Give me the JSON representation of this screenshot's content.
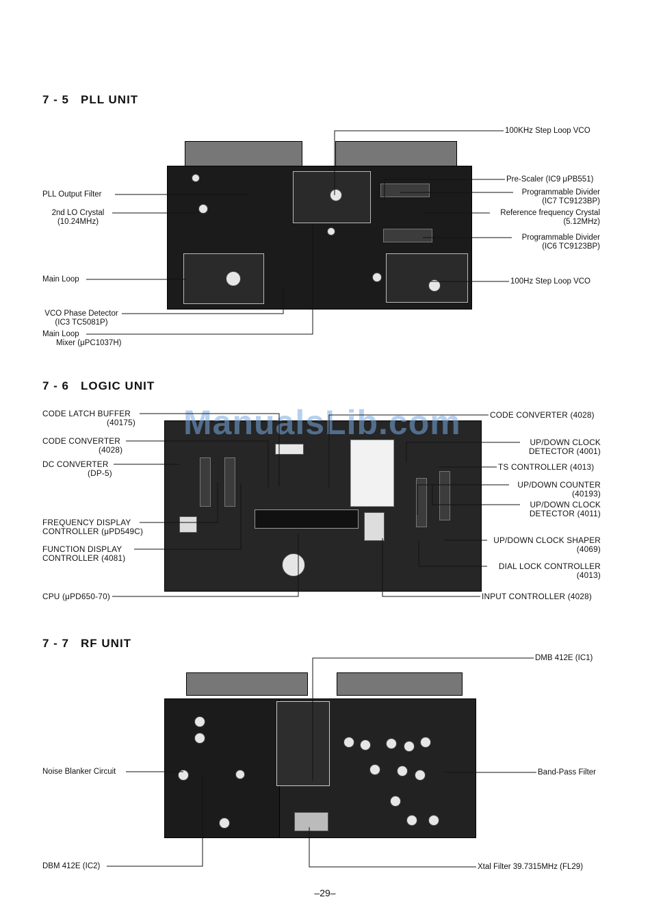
{
  "sections": {
    "pll": {
      "number": "7 - 5",
      "title": "PLL UNIT",
      "labels": {
        "vco_100k": "100KHz Step Loop VCO",
        "pre_scaler": "Pre-Scaler (IC9 μPB551)",
        "prog_div_ic7_a": "Programmable Divider",
        "prog_div_ic7_b": "(IC7 TC9123BP)",
        "ref_crystal_a": "Reference frequency Crystal",
        "ref_crystal_b": "(5.12MHz)",
        "prog_div_ic6_a": "Programmable Divider",
        "prog_div_ic6_b": "(IC6 TC9123BP)",
        "vco_100hz": "100Hz Step Loop VCO",
        "output_filter": "PLL Output Filter",
        "lo_crystal_a": "2nd LO Crystal",
        "lo_crystal_b": "(10.24MHz)",
        "main_loop": "Main Loop",
        "phase_det_a": "VCO Phase Detector",
        "phase_det_b": "(IC3 TC5081P)",
        "mixer_a": "Main Loop",
        "mixer_b": "Mixer (μPC1037H)"
      }
    },
    "logic": {
      "number": "7 - 6",
      "title": "LOGIC UNIT",
      "labels": {
        "latch_a": "CODE LATCH BUFFER",
        "latch_b": "(40175)",
        "conv_left_a": "CODE CONVERTER",
        "conv_left_b": "(4028)",
        "dc_conv_a": "DC CONVERTER",
        "dc_conv_b": "(DP-5)",
        "freq_disp_a": "FREQUENCY DISPLAY",
        "freq_disp_b": "CONTROLLER (μPD549C)",
        "func_disp_a": "FUNCTION DISPLAY",
        "func_disp_b": "CONTROLLER (4081)",
        "cpu": "CPU (μPD650-70)",
        "conv_right": "CODE CONVERTER (4028)",
        "clk_det1_a": "UP/DOWN CLOCK",
        "clk_det1_b": "DETECTOR (4001)",
        "ts_ctrl": "TS CONTROLLER (4013)",
        "counter_a": "UP/DOWN COUNTER",
        "counter_b": "(40193)",
        "clk_det2_a": "UP/DOWN CLOCK",
        "clk_det2_b": "DETECTOR (4011)",
        "shaper_a": "UP/DOWN CLOCK SHAPER",
        "shaper_b": "(4069)",
        "dial_lock_a": "DIAL LOCK CONTROLLER",
        "dial_lock_b": "(4013)",
        "input_ctrl": "INPUT CONTROLLER (4028)"
      }
    },
    "rf": {
      "number": "7 - 7",
      "title": "RF UNIT",
      "labels": {
        "dmb": "DMB 412E (IC1)",
        "noise_blanker": "Noise Blanker Circuit",
        "bandpass": "Band-Pass Filter",
        "dbm": "DBM 412E (IC2)",
        "xtal": "Xtal Filter 39.7315MHz (FL29)"
      }
    }
  },
  "watermark": "ManualsLib.com",
  "page_number": "–29–"
}
